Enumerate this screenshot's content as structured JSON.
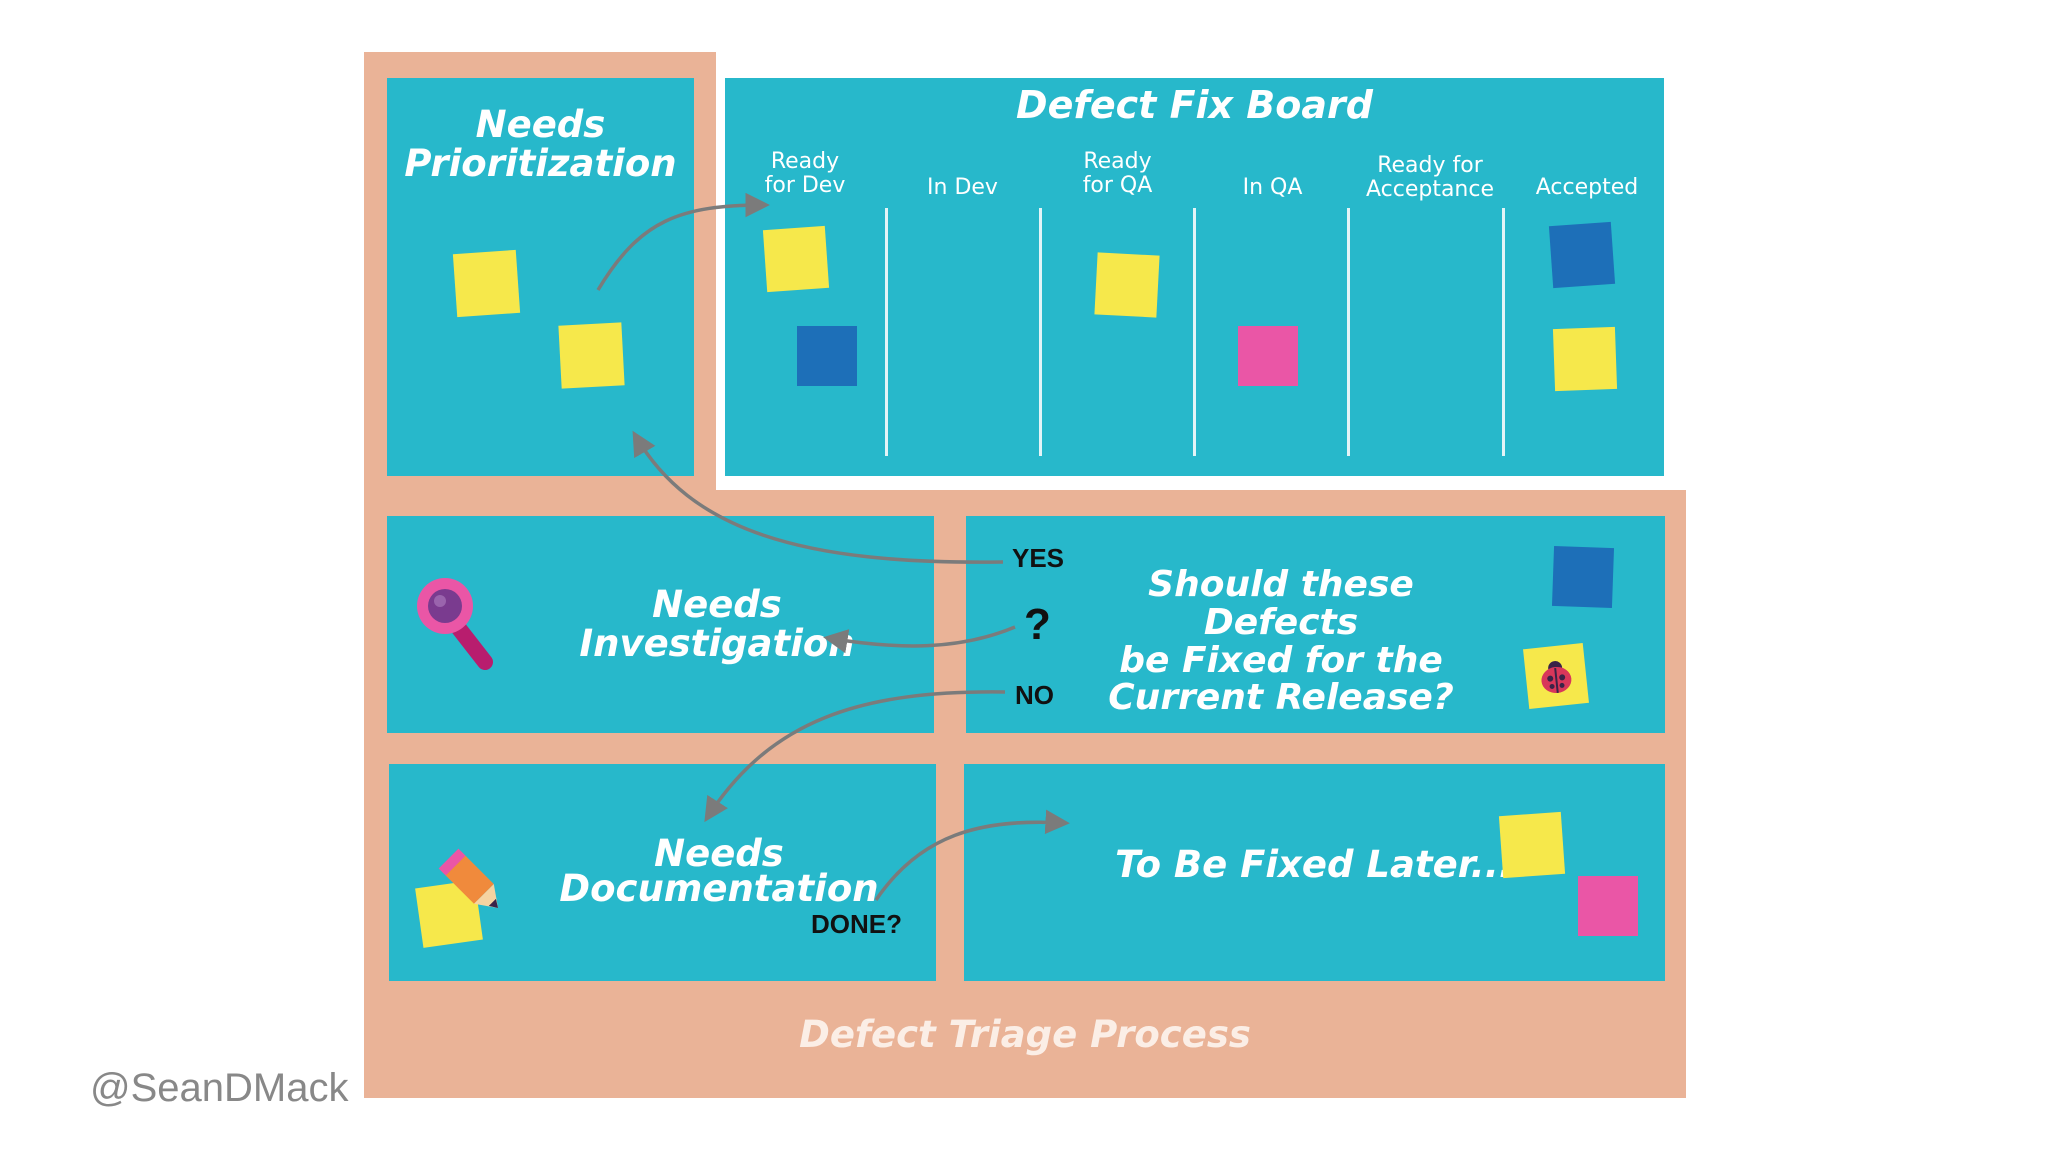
{
  "needs_prioritization": {
    "title_line1": "Needs",
    "title_line2": "Prioritization"
  },
  "defect_fix_board": {
    "title": "Defect Fix Board",
    "columns": [
      {
        "line1": "Ready",
        "line2": "for Dev"
      },
      {
        "line1": "In Dev",
        "line2": ""
      },
      {
        "line1": "Ready",
        "line2": "for QA"
      },
      {
        "line1": "In QA",
        "line2": ""
      },
      {
        "line1": "Ready for",
        "line2": "Acceptance"
      },
      {
        "line1": "Accepted",
        "line2": ""
      }
    ]
  },
  "needs_investigation": {
    "title_line1": "Needs",
    "title_line2": "Investigation"
  },
  "decision": {
    "question_line1": "Should these Defects",
    "question_line2": "be Fixed for the",
    "question_line3": "Current Release?",
    "yes_label": "YES",
    "maybe_label": "?",
    "no_label": "NO"
  },
  "needs_documentation": {
    "title_line1": "Needs",
    "title_line2": "Documentation",
    "done_label": "DONE?"
  },
  "to_be_fixed_later": {
    "title": "To Be Fixed Later..."
  },
  "process_title": "Defect Triage Process",
  "author_handle": "@SeanDMack",
  "colors": {
    "panel": "#27b8cb",
    "frame": "#eab397",
    "note_yellow": "#f6e84b",
    "note_blue": "#1d6fb8",
    "note_pink": "#ea56a6",
    "arrow": "#7b7b7b"
  }
}
